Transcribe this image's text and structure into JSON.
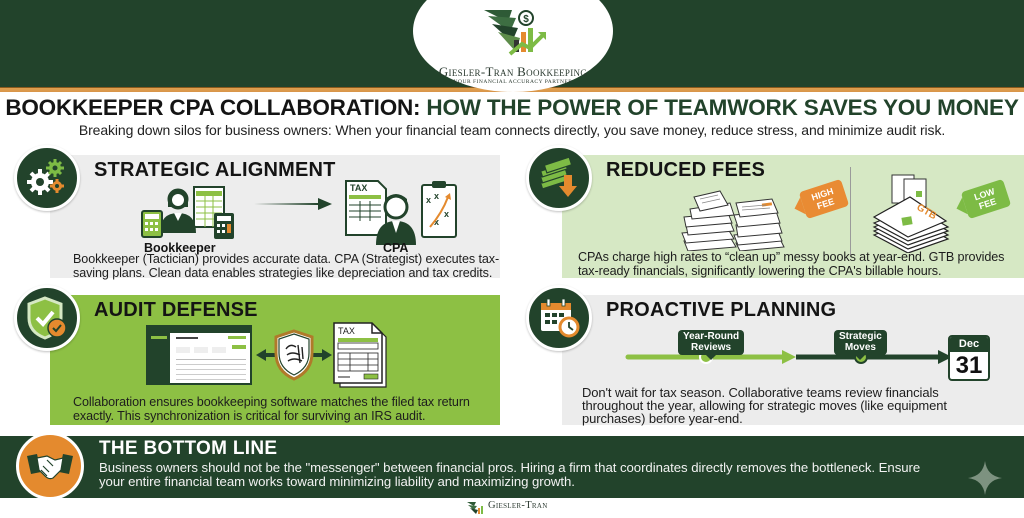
{
  "brand": {
    "name": "Giesler-Tran Bookkeeping",
    "tagline": "Your Financial Accuracy Partner",
    "short_name": "Giesler-Tran",
    "colors": {
      "dark_green": "#22432b",
      "lime_green": "#8dc044",
      "light_green": "#d6e8c4",
      "orange": "#e48a2e",
      "gray_panel": "#ededed"
    }
  },
  "header": {
    "title_dark": "BOOKKEEPER CPA COLLABORATION:",
    "title_green": "HOW THE POWER OF TEAMWORK SAVES YOU MONEY",
    "subtitle": "Breaking down silos for business owners: When your financial team connects directly, you save money, reduce stress, and minimize audit risk."
  },
  "panels": {
    "strategic": {
      "icon": "gears-icon",
      "title": "STRATEGIC ALIGNMENT",
      "left_label": "Bookkeeper",
      "right_label": "CPA",
      "tax_doc_label": "TAX",
      "body_line1": "Bookkeeper (Tactician) provides accurate data. CPA (Strategist) executes tax-",
      "body_line2": "saving plans. Clean data enables strategies like depreciation and tax credits."
    },
    "fees": {
      "icon": "money-down-icon",
      "title": "REDUCED FEES",
      "high_tag_line1": "HIGH",
      "high_tag_line2": "FEE",
      "low_tag_line1": "LOW",
      "low_tag_line2": "FEE",
      "doc_brand": "GTB",
      "body_line1": "CPAs charge high rates to “clean up” messy books at year-end. GTB provides",
      "body_line2": "tax-ready financials, significantly lowering the CPA's billable hours."
    },
    "audit": {
      "icon": "shield-check-icon",
      "title": "AUDIT DEFENSE",
      "tax_doc_label": "TAX",
      "body_line1": "Collaboration ensures bookkeeping software matches the filed tax return",
      "body_line2": "exactly. This synchronization is critical for surviving an IRS audit."
    },
    "plan": {
      "icon": "calendar-clock-icon",
      "title": "PROACTIVE PLANNING",
      "milestone1_line1": "Year-Round",
      "milestone1_line2": "Reviews",
      "milestone2_line1": "Strategic",
      "milestone2_line2": "Moves",
      "cal_month": "Dec",
      "cal_day": "31",
      "body_line1": "Don't wait for tax season. Collaborative teams review financials",
      "body_line2": "throughout the year, allowing for strategic moves (like equipment",
      "body_line3": "purchases) before year-end."
    }
  },
  "bottom_line": {
    "icon": "handshake-icon",
    "title": "THE BOTTOM LINE",
    "body_line1": "Business owners should not be the \"messenger\" between financial pros. Hiring a firm that coordinates directly removes the bottleneck. Ensure",
    "body_line2": "your entire financial team works toward minimizing liability and maximizing growth."
  }
}
